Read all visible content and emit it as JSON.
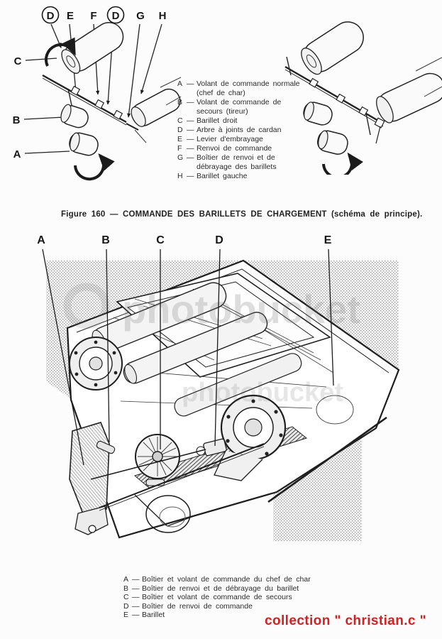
{
  "page": {
    "background": "#fcfcfc",
    "ink": "#1f1f1f",
    "stamp_color": "#d81e1e"
  },
  "fig1": {
    "top_labels": [
      "D",
      "E",
      "F",
      "D",
      "G",
      "H"
    ],
    "side_labels": [
      "C",
      "B",
      "A"
    ]
  },
  "legend1": {
    "separator": "—",
    "items": [
      {
        "letter": "A",
        "text": "Volant de commande normale (chef de char)"
      },
      {
        "letter": "B",
        "text": "Volant de commande de secours (tireur)"
      },
      {
        "letter": "C",
        "text": "Barillet droit"
      },
      {
        "letter": "D",
        "text": "Arbre à joints de cardan"
      },
      {
        "letter": "E",
        "text": "Levier d'embrayage"
      },
      {
        "letter": "F",
        "text": "Renvoi de commande"
      },
      {
        "letter": "G",
        "text": "Boîtier de renvoi et de débrayage des barillets"
      },
      {
        "letter": "H",
        "text": "Barillet gauche"
      }
    ]
  },
  "caption": {
    "text": "Figure 160 — COMMANDE DES BARILLETS DE CHARGEMENT (schéma de principe)."
  },
  "fig3": {
    "labels": [
      "A",
      "B",
      "C",
      "D",
      "E"
    ],
    "watermark": "photobucket"
  },
  "legend2": {
    "separator": "—",
    "items": [
      {
        "letter": "A",
        "text": "Boîtier et volant de commande du chef de char"
      },
      {
        "letter": "B",
        "text": "Boîtier de renvoi et de débrayage du barillet"
      },
      {
        "letter": "C",
        "text": "Boîtier et volant de commande de secours"
      },
      {
        "letter": "D",
        "text": "Boîtier de renvoi de commande"
      },
      {
        "letter": "E",
        "text": "Barillet"
      }
    ]
  },
  "footer": {
    "collection": "collection \" christian.c \""
  }
}
